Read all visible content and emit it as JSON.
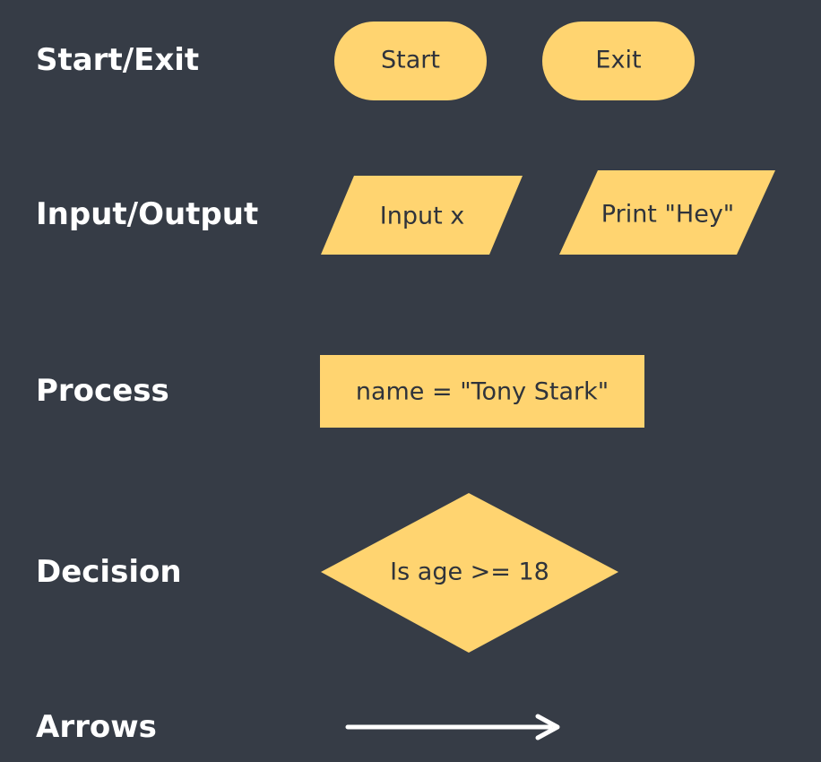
{
  "colors": {
    "background": "#363c46",
    "shape_fill": "#ffd470",
    "shape_text": "#2f333b",
    "label_text": "#ffffff",
    "arrow": "#ffffff"
  },
  "rows": {
    "start_exit": {
      "label": "Start/Exit",
      "start_text": "Start",
      "exit_text": "Exit"
    },
    "input_output": {
      "label": "Input/Output",
      "input_text": "Input x",
      "output_text": "Print \"Hey\""
    },
    "process": {
      "label": "Process",
      "text": "name = \"Tony Stark\""
    },
    "decision": {
      "label": "Decision",
      "text": "Is age >= 18"
    },
    "arrows": {
      "label": "Arrows"
    }
  }
}
